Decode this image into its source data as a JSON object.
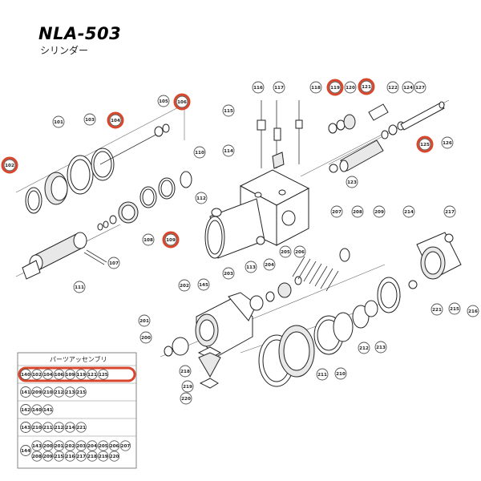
{
  "title": "NLA-503",
  "subtitle": "シリンダー",
  "callouts": [
    {
      "n": "101",
      "hl": false
    },
    {
      "n": "102",
      "hl": true
    },
    {
      "n": "103",
      "hl": false
    },
    {
      "n": "104",
      "hl": true
    },
    {
      "n": "105",
      "hl": false
    },
    {
      "n": "106",
      "hl": true
    },
    {
      "n": "107",
      "hl": false
    },
    {
      "n": "108",
      "hl": false
    },
    {
      "n": "109",
      "hl": true
    },
    {
      "n": "110",
      "hl": false
    },
    {
      "n": "111",
      "hl": false
    },
    {
      "n": "112",
      "hl": false
    },
    {
      "n": "113",
      "hl": false
    },
    {
      "n": "114",
      "hl": false
    },
    {
      "n": "115",
      "hl": false
    },
    {
      "n": "116",
      "hl": false
    },
    {
      "n": "117",
      "hl": false
    },
    {
      "n": "118",
      "hl": false
    },
    {
      "n": "119",
      "hl": true
    },
    {
      "n": "120",
      "hl": false
    },
    {
      "n": "121",
      "hl": true
    },
    {
      "n": "122",
      "hl": false
    },
    {
      "n": "123",
      "hl": false
    },
    {
      "n": "124",
      "hl": false
    },
    {
      "n": "125",
      "hl": true
    },
    {
      "n": "126",
      "hl": false
    },
    {
      "n": "127",
      "hl": false
    },
    {
      "n": "145",
      "hl": false
    },
    {
      "n": "201",
      "hl": false
    },
    {
      "n": "202",
      "hl": false
    },
    {
      "n": "203",
      "hl": false
    },
    {
      "n": "204",
      "hl": false
    },
    {
      "n": "205",
      "hl": false
    },
    {
      "n": "206",
      "hl": false
    },
    {
      "n": "207",
      "hl": false
    },
    {
      "n": "208",
      "hl": false
    },
    {
      "n": "209",
      "hl": false
    },
    {
      "n": "210",
      "hl": false
    },
    {
      "n": "211",
      "hl": false
    },
    {
      "n": "212",
      "hl": false
    },
    {
      "n": "213",
      "hl": false
    },
    {
      "n": "214",
      "hl": false
    },
    {
      "n": "215",
      "hl": false
    },
    {
      "n": "216",
      "hl": false
    },
    {
      "n": "217",
      "hl": false
    },
    {
      "n": "218",
      "hl": false
    },
    {
      "n": "219",
      "hl": false
    },
    {
      "n": "220",
      "hl": false
    },
    {
      "n": "221",
      "hl": false
    },
    {
      "n": "200",
      "hl": false
    }
  ],
  "assembly_table": {
    "header": "パーツアッセンブリ",
    "rows": [
      {
        "id": "140",
        "parts": [
          "102",
          "104",
          "106",
          "109",
          "119",
          "121",
          "125"
        ],
        "highlight": true
      },
      {
        "id": "141",
        "parts": [
          "209",
          "210",
          "212",
          "213",
          "215"
        ],
        "highlight": false
      },
      {
        "id": "142",
        "parts": [
          "140",
          "141"
        ],
        "highlight": false
      },
      {
        "id": "143",
        "parts": [
          "210",
          "211",
          "212",
          "214",
          "221"
        ],
        "highlight": false
      },
      {
        "id": "144",
        "parts": [
          "143",
          "200",
          "201",
          "202",
          "203",
          "204",
          "205",
          "206",
          "207",
          "208",
          "209",
          "215",
          "216",
          "217",
          "218",
          "219",
          "220"
        ],
        "highlight": false
      }
    ]
  },
  "colors": {
    "highlight": "#d9462b",
    "ink": "#222222",
    "circle": "#555555"
  }
}
